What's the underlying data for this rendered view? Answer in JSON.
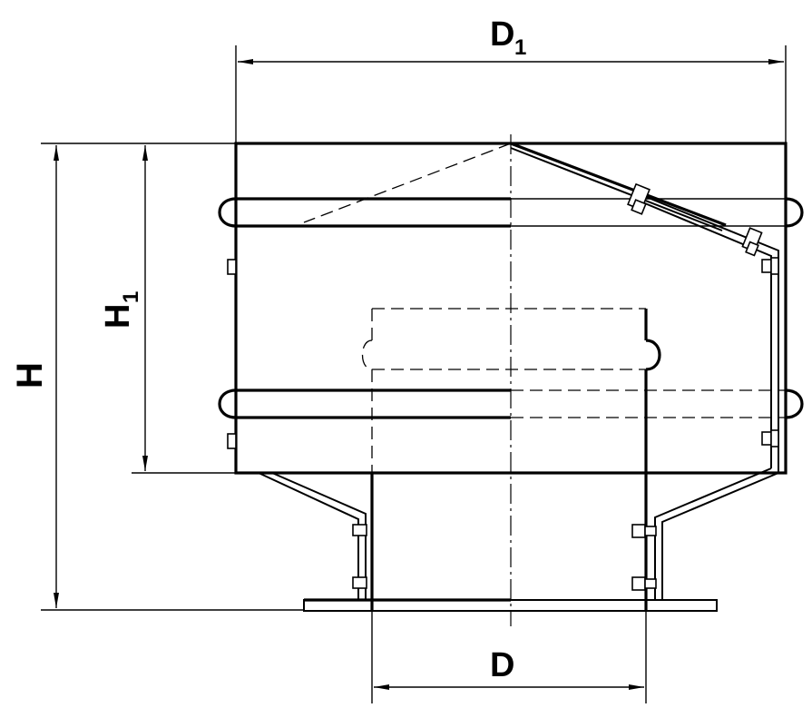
{
  "labels": {
    "d1_main": "D",
    "d1_sub": "1",
    "d_main": "D",
    "h_main": "H",
    "h1_main": "H",
    "h1_sub": "1"
  }
}
